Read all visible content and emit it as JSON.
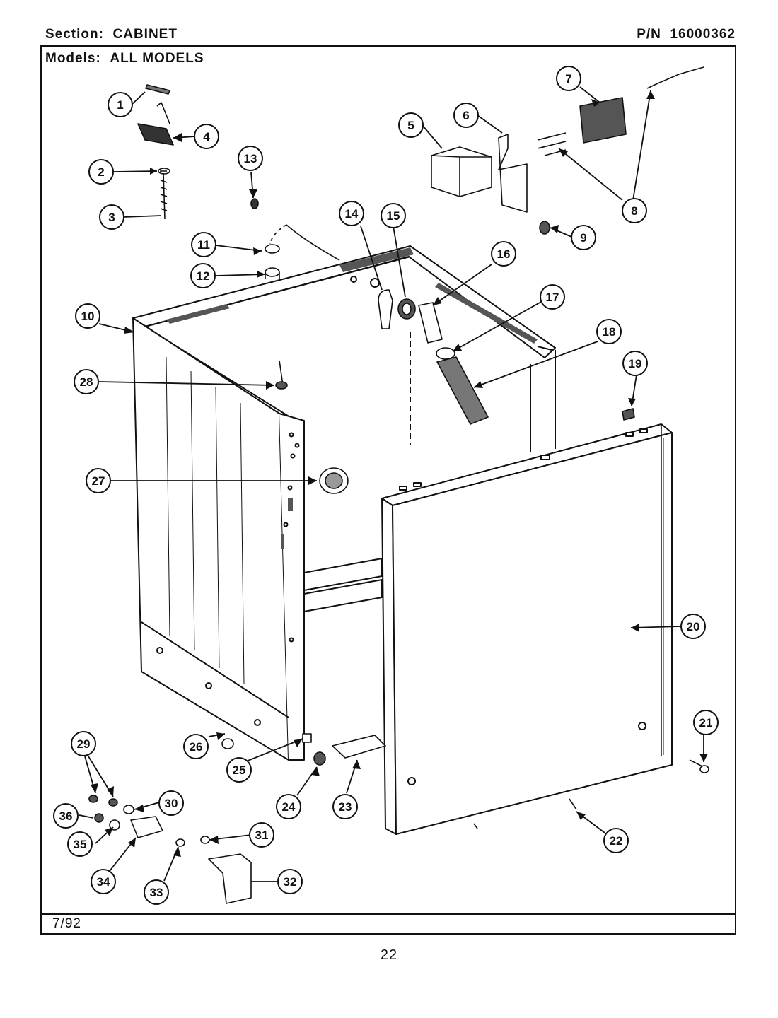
{
  "header": {
    "section_label": "Section:",
    "section_value": "CABINET",
    "pn_label": "P/N",
    "pn_value": "16000362"
  },
  "models_label": "Models:",
  "models_value": "ALL MODELS",
  "footer_date": "7/92",
  "page_number": "22",
  "callouts": [
    {
      "n": "1"
    },
    {
      "n": "2"
    },
    {
      "n": "3"
    },
    {
      "n": "4"
    },
    {
      "n": "5"
    },
    {
      "n": "6"
    },
    {
      "n": "7"
    },
    {
      "n": "8"
    },
    {
      "n": "9"
    },
    {
      "n": "10"
    },
    {
      "n": "11"
    },
    {
      "n": "12"
    },
    {
      "n": "13"
    },
    {
      "n": "14"
    },
    {
      "n": "15"
    },
    {
      "n": "16"
    },
    {
      "n": "17"
    },
    {
      "n": "18"
    },
    {
      "n": "19"
    },
    {
      "n": "20"
    },
    {
      "n": "21"
    },
    {
      "n": "22"
    },
    {
      "n": "23"
    },
    {
      "n": "24"
    },
    {
      "n": "25"
    },
    {
      "n": "26"
    },
    {
      "n": "27"
    },
    {
      "n": "28"
    },
    {
      "n": "29"
    },
    {
      "n": "30"
    },
    {
      "n": "31"
    },
    {
      "n": "32"
    },
    {
      "n": "33"
    },
    {
      "n": "34"
    },
    {
      "n": "35"
    },
    {
      "n": "36"
    }
  ]
}
